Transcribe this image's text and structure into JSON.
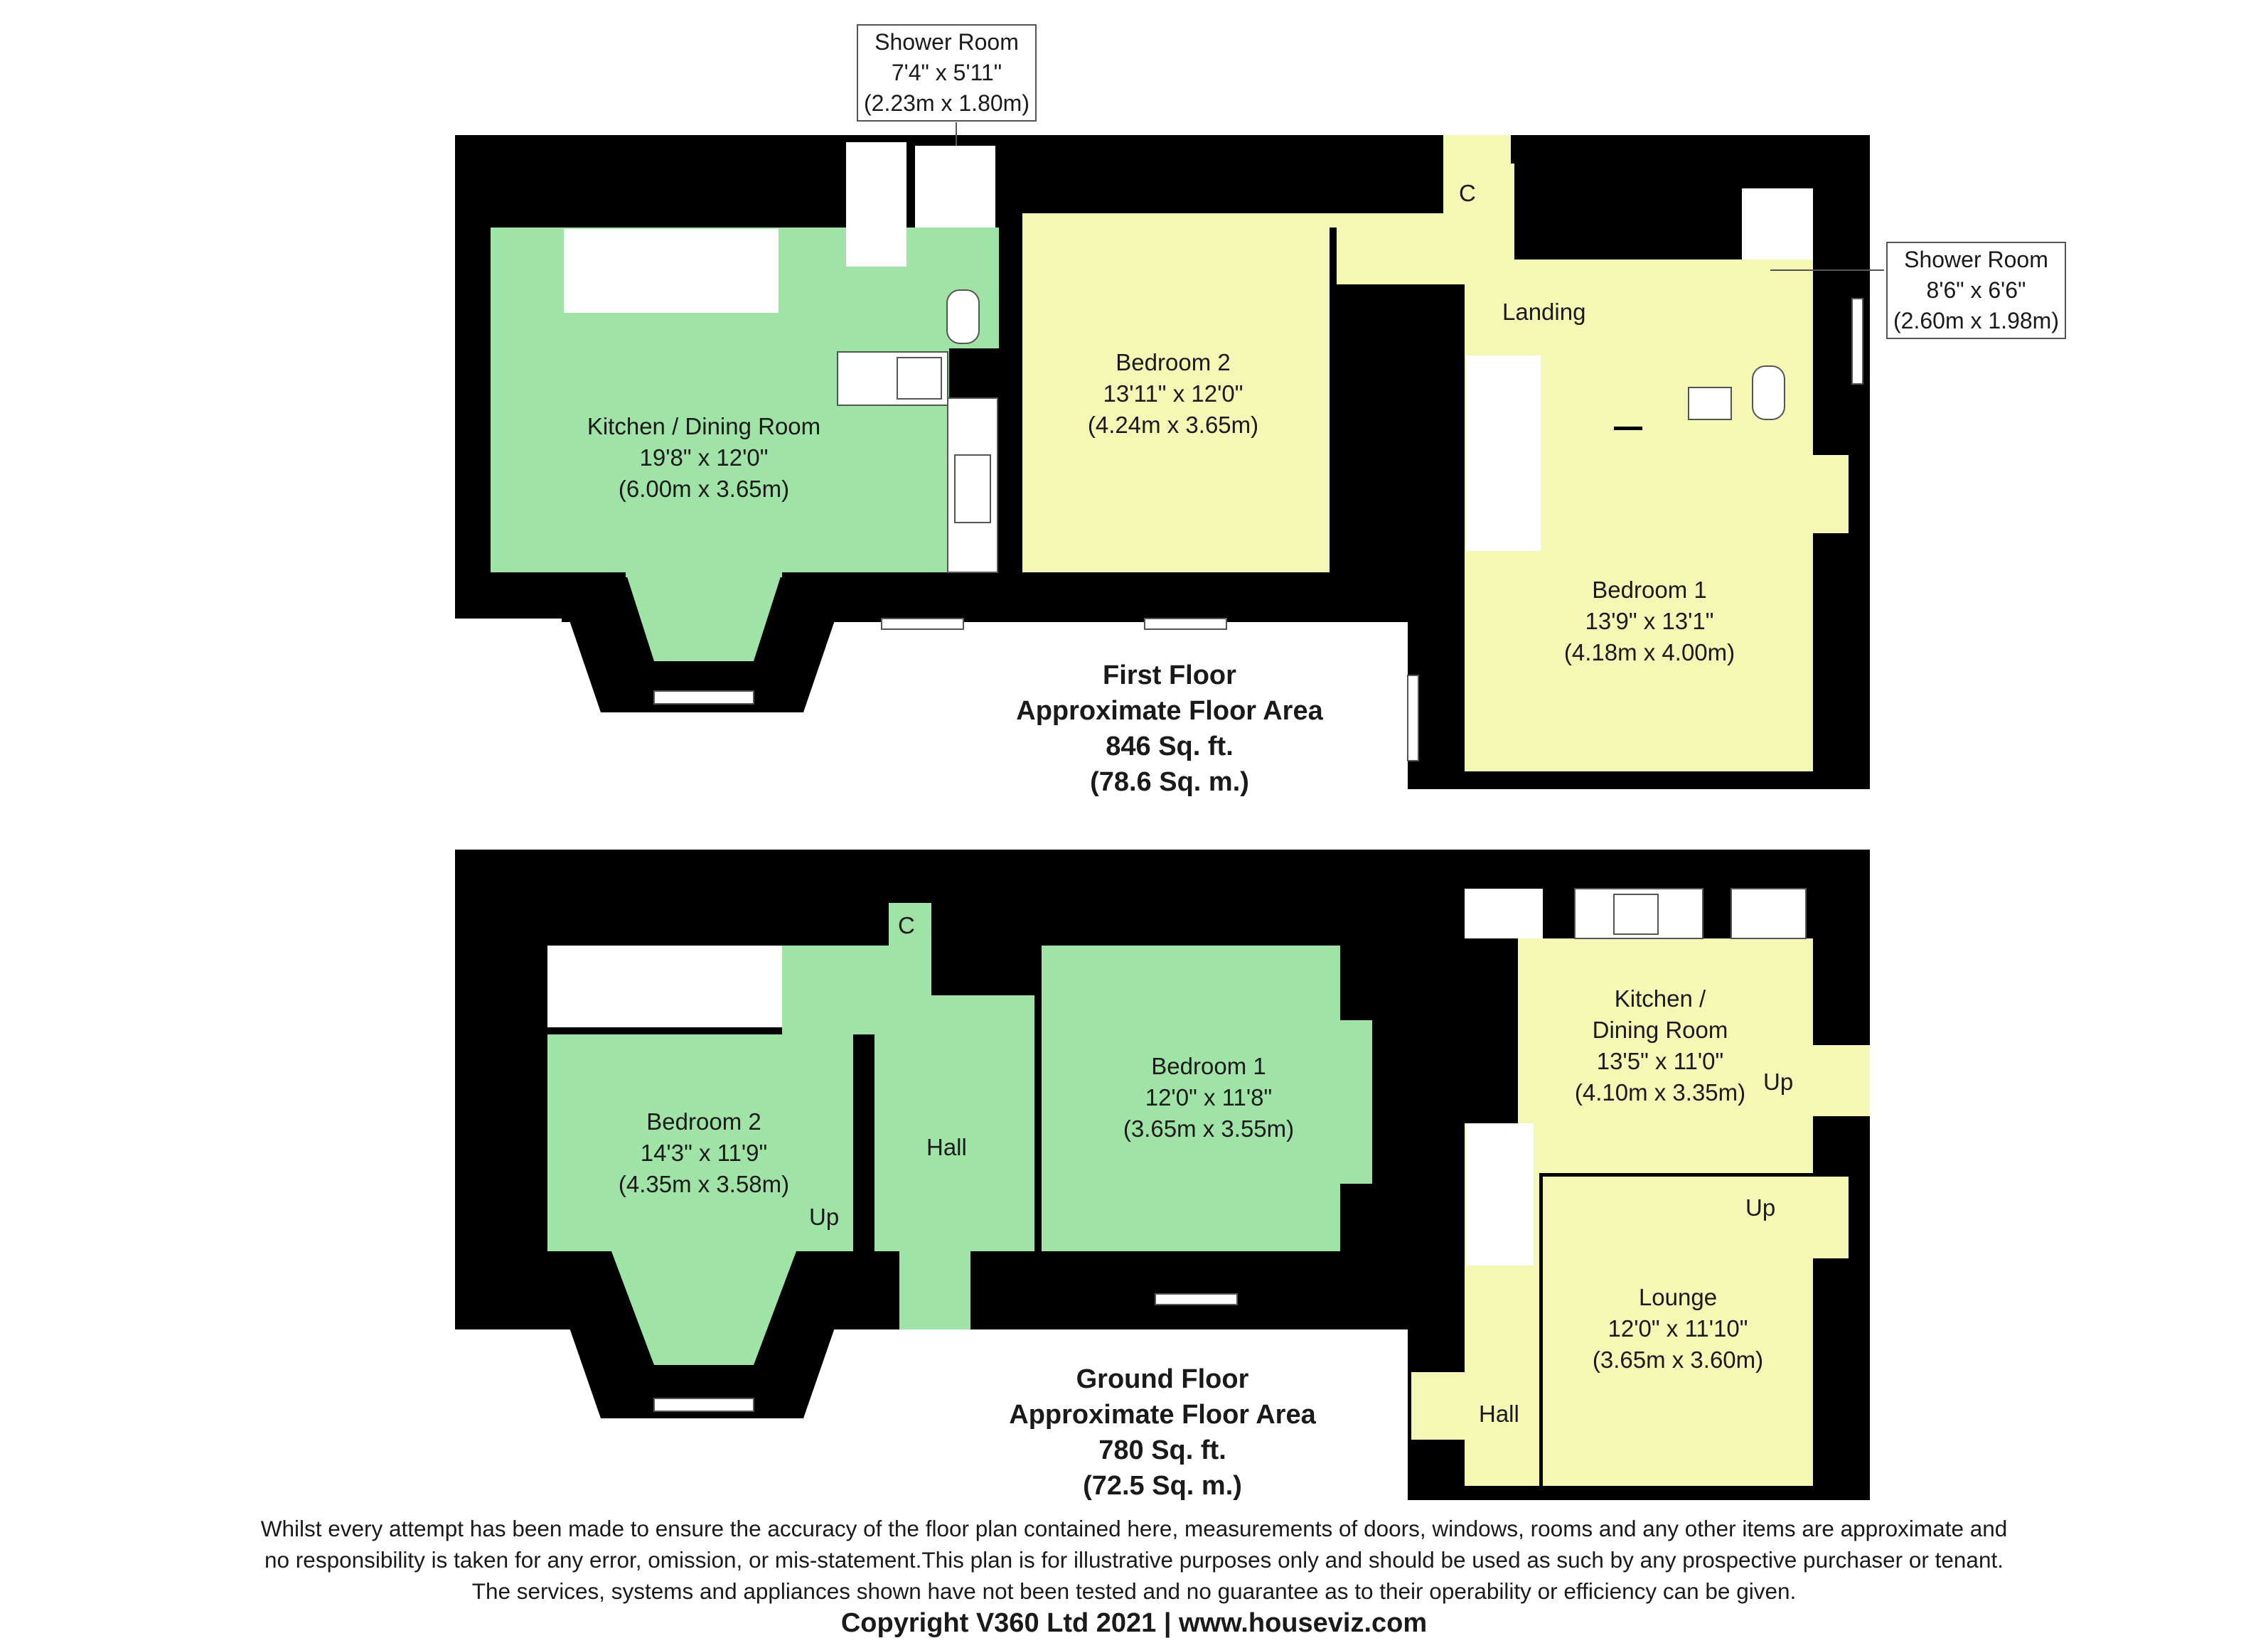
{
  "colors": {
    "wall": "#000000",
    "green_rooms": "#a0e3a6",
    "yellow_rooms": "#f5f7b4",
    "fixtures": "#ffffff",
    "callout_border": "#555555"
  },
  "first_floor": {
    "area": {
      "line1": "First Floor",
      "line2": "Approximate Floor Area",
      "line3": "846 Sq. ft.",
      "line4": "(78.6 Sq. m.)"
    },
    "rooms": {
      "kitchen_dining": {
        "name": "Kitchen / Dining Room",
        "imperial": "19'8\" x 12'0\"",
        "metric": "(6.00m x 3.65m)"
      },
      "bedroom2": {
        "name": "Bedroom 2",
        "imperial": "13'11\" x 12'0\"",
        "metric": "(4.24m x 3.65m)"
      },
      "bedroom1": {
        "name": "Bedroom 1",
        "imperial": "13'9\" x 13'1\"",
        "metric": "(4.18m x 4.00m)"
      },
      "landing": {
        "name": "Landing"
      },
      "cupboard": {
        "name": "C"
      },
      "shower_room_a": {
        "name": "Shower Room",
        "imperial": "7'4\" x 5'11\"",
        "metric": "(2.23m x 1.80m)"
      },
      "shower_room_b": {
        "name": "Shower Room",
        "imperial": "8'6\" x 6'6\"",
        "metric": "(2.60m x 1.98m)"
      }
    }
  },
  "ground_floor": {
    "area": {
      "line1": "Ground Floor",
      "line2": "Approximate Floor Area",
      "line3": "780 Sq. ft.",
      "line4": "(72.5 Sq. m.)"
    },
    "rooms": {
      "bedroom2": {
        "name": "Bedroom 2",
        "imperial": "14'3\" x 11'9\"",
        "metric": "(4.35m x 3.58m)"
      },
      "bedroom1": {
        "name": "Bedroom 1",
        "imperial": "12'0\" x 11'8\"",
        "metric": "(3.65m x 3.55m)"
      },
      "hall_main": {
        "name": "Hall"
      },
      "cupboard": {
        "name": "C"
      },
      "kitchen_dining": {
        "name_line1": "Kitchen /",
        "name_line2": "Dining Room",
        "imperial": "13'5\" x 11'0\"",
        "metric": "(4.10m x 3.35m)"
      },
      "lounge": {
        "name": "Lounge",
        "imperial": "12'0\" x 11'10\"",
        "metric": "(3.65m x 3.60m)"
      },
      "hall_small": {
        "name": "Hall"
      }
    },
    "stair_labels": {
      "up_left": "Up",
      "up_kitchen": "Up",
      "up_lounge": "Up"
    }
  },
  "disclaimer": {
    "line1": "Whilst every attempt has been made to ensure the accuracy of the floor plan contained here, measurements of doors, windows, rooms and any other items are approximate and",
    "line2": "no responsibility is taken for any error, omission, or mis-statement.This plan is for illustrative purposes only and should be used as such by any prospective purchaser or tenant.",
    "line3": "The services, systems and appliances shown have not been tested and no guarantee as to their operability or efficiency can be given."
  },
  "copyright": "Copyright V360 Ltd 2021 | www.houseviz.com"
}
